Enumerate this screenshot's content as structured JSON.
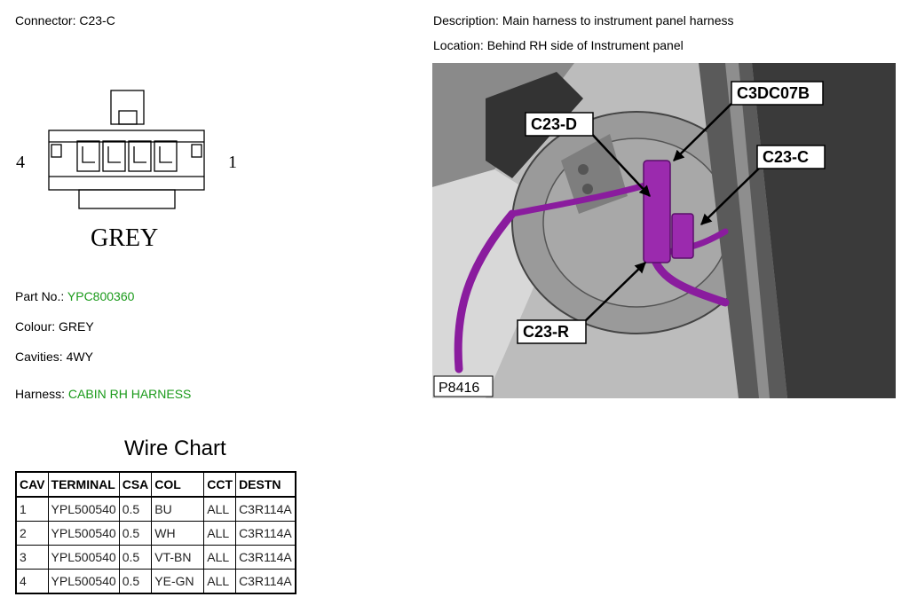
{
  "header": {
    "connector_label": "Connector:",
    "connector_value": "C23-C",
    "description_label": "Description:",
    "description_value": "Main harness to instrument panel harness",
    "location_label": "Location:",
    "location_value": "Behind RH side of Instrument panel"
  },
  "diagram": {
    "pin_left": "4",
    "pin_right": "1",
    "colour_text": "GREY"
  },
  "details": {
    "part_label": "Part No.:",
    "part_value": "YPC800360",
    "colour_label": "Colour:",
    "colour_value": "GREY",
    "cavities_label": "Cavities:",
    "cavities_value": "4WY",
    "harness_label": "Harness:",
    "harness_value": "CABIN RH HARNESS"
  },
  "photo": {
    "callouts": [
      "C3DC07B",
      "C23-D",
      "C23-C",
      "C23-R"
    ],
    "ref": "P8416"
  },
  "wire_chart": {
    "title": "Wire Chart",
    "columns": [
      "CAV",
      "TERMINAL",
      "CSA",
      "COL",
      "CCT",
      "DESTN"
    ],
    "rows": [
      [
        "1",
        "YPL500540",
        "0.5",
        "BU",
        "ALL",
        "C3R114A"
      ],
      [
        "2",
        "YPL500540",
        "0.5",
        "WH",
        "ALL",
        "C3R114A"
      ],
      [
        "3",
        "YPL500540",
        "0.5",
        "VT-BN",
        "ALL",
        "C3R114A"
      ],
      [
        "4",
        "YPL500540",
        "0.5",
        "YE-GN",
        "ALL",
        "C3R114A"
      ]
    ]
  },
  "colors": {
    "accent_green": "#1a9a1a",
    "harness_purple": "#8a1c9e"
  }
}
